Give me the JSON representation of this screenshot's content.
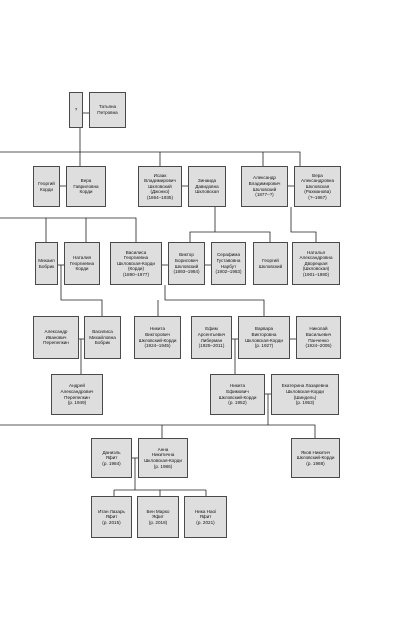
{
  "people": {
    "unknown": "?",
    "tatiana": "Татьяна\nПетровна",
    "georgy_kordi": "Георгий\nКорди",
    "vera_kordi": "Вера\nГавриловна\nКорди",
    "isaak": "Исаак\nВладимирович\nШкловский\n(Джонко)\n(1864–1935)",
    "zinaida": "Зинаида\nДавидовна\nШкловская",
    "alexander_v": "Александр\nВладимирович\nШкловский\n(1877–?)",
    "vera_a": "Вера\nАлександровна\nШкловская\n(Рахманова)\n(?–1967)",
    "mikhail": "Михаил\nБобрик",
    "natalia_g": "Наталия\nГеоргиевна\nКорди",
    "vasilisa_g": "Василиса\nГеоргиевна\nШкловская-Корди\n(Корди)\n(1890–1977)",
    "viktor": "Виктор\nБорисович\nШкловский\n(1893–1984)",
    "serafima": "Серафима\nГуставовна\nНарбут\n(1902–1983)",
    "georgy_sh": "Георгий\nШкловский",
    "natalia_a": "Наталья\nАлександровна\nДворецкая\n(Шкловская)\n(1901–1980)",
    "alexander_i": "Александр\nИванович\nПерепелкин",
    "vasilisa_m": "Василиса\nМихайловна\nБобрик",
    "nikita_v": "Никита\nВикторович\nШкловский-Корди\n(1924–1945)",
    "efim": "Ефим\nАрсентьевич\nЛиберман\n(1925–2011)",
    "varvara": "Варвара\nВикторовна\nШкловская-Корди\n(р. 1927)",
    "nikolai": "Николай\nВасильевич\nПанченко\n(1924–2005)",
    "andrei": "Андрей\nАлександрович\nПерепелкин\n(р. 1949)",
    "nikita_e": "Никита\nЕфимович\nШкловский-Корди\n(р. 1952)",
    "ekaterina": "Екатерина Лазаревна\nШкловская-Корди\n(Шиндель)\n(р. 1953)",
    "daniel": "Даниэль\nЯфит\n(р. 1984)",
    "anna": "Анна\nНикитична\nШкловская-Корди\n(р. 1986)",
    "yakov": "Яков Никитич\nШкловский-Корди\n(р. 1988)",
    "itan": "Итан Лазарь\nЯфит\n(р. 2015)",
    "ben": "Бен Марко\nЯфит\n(р. 2018)",
    "nika": "Ника Наоі\nЯфит\n(р. 2021)"
  }
}
